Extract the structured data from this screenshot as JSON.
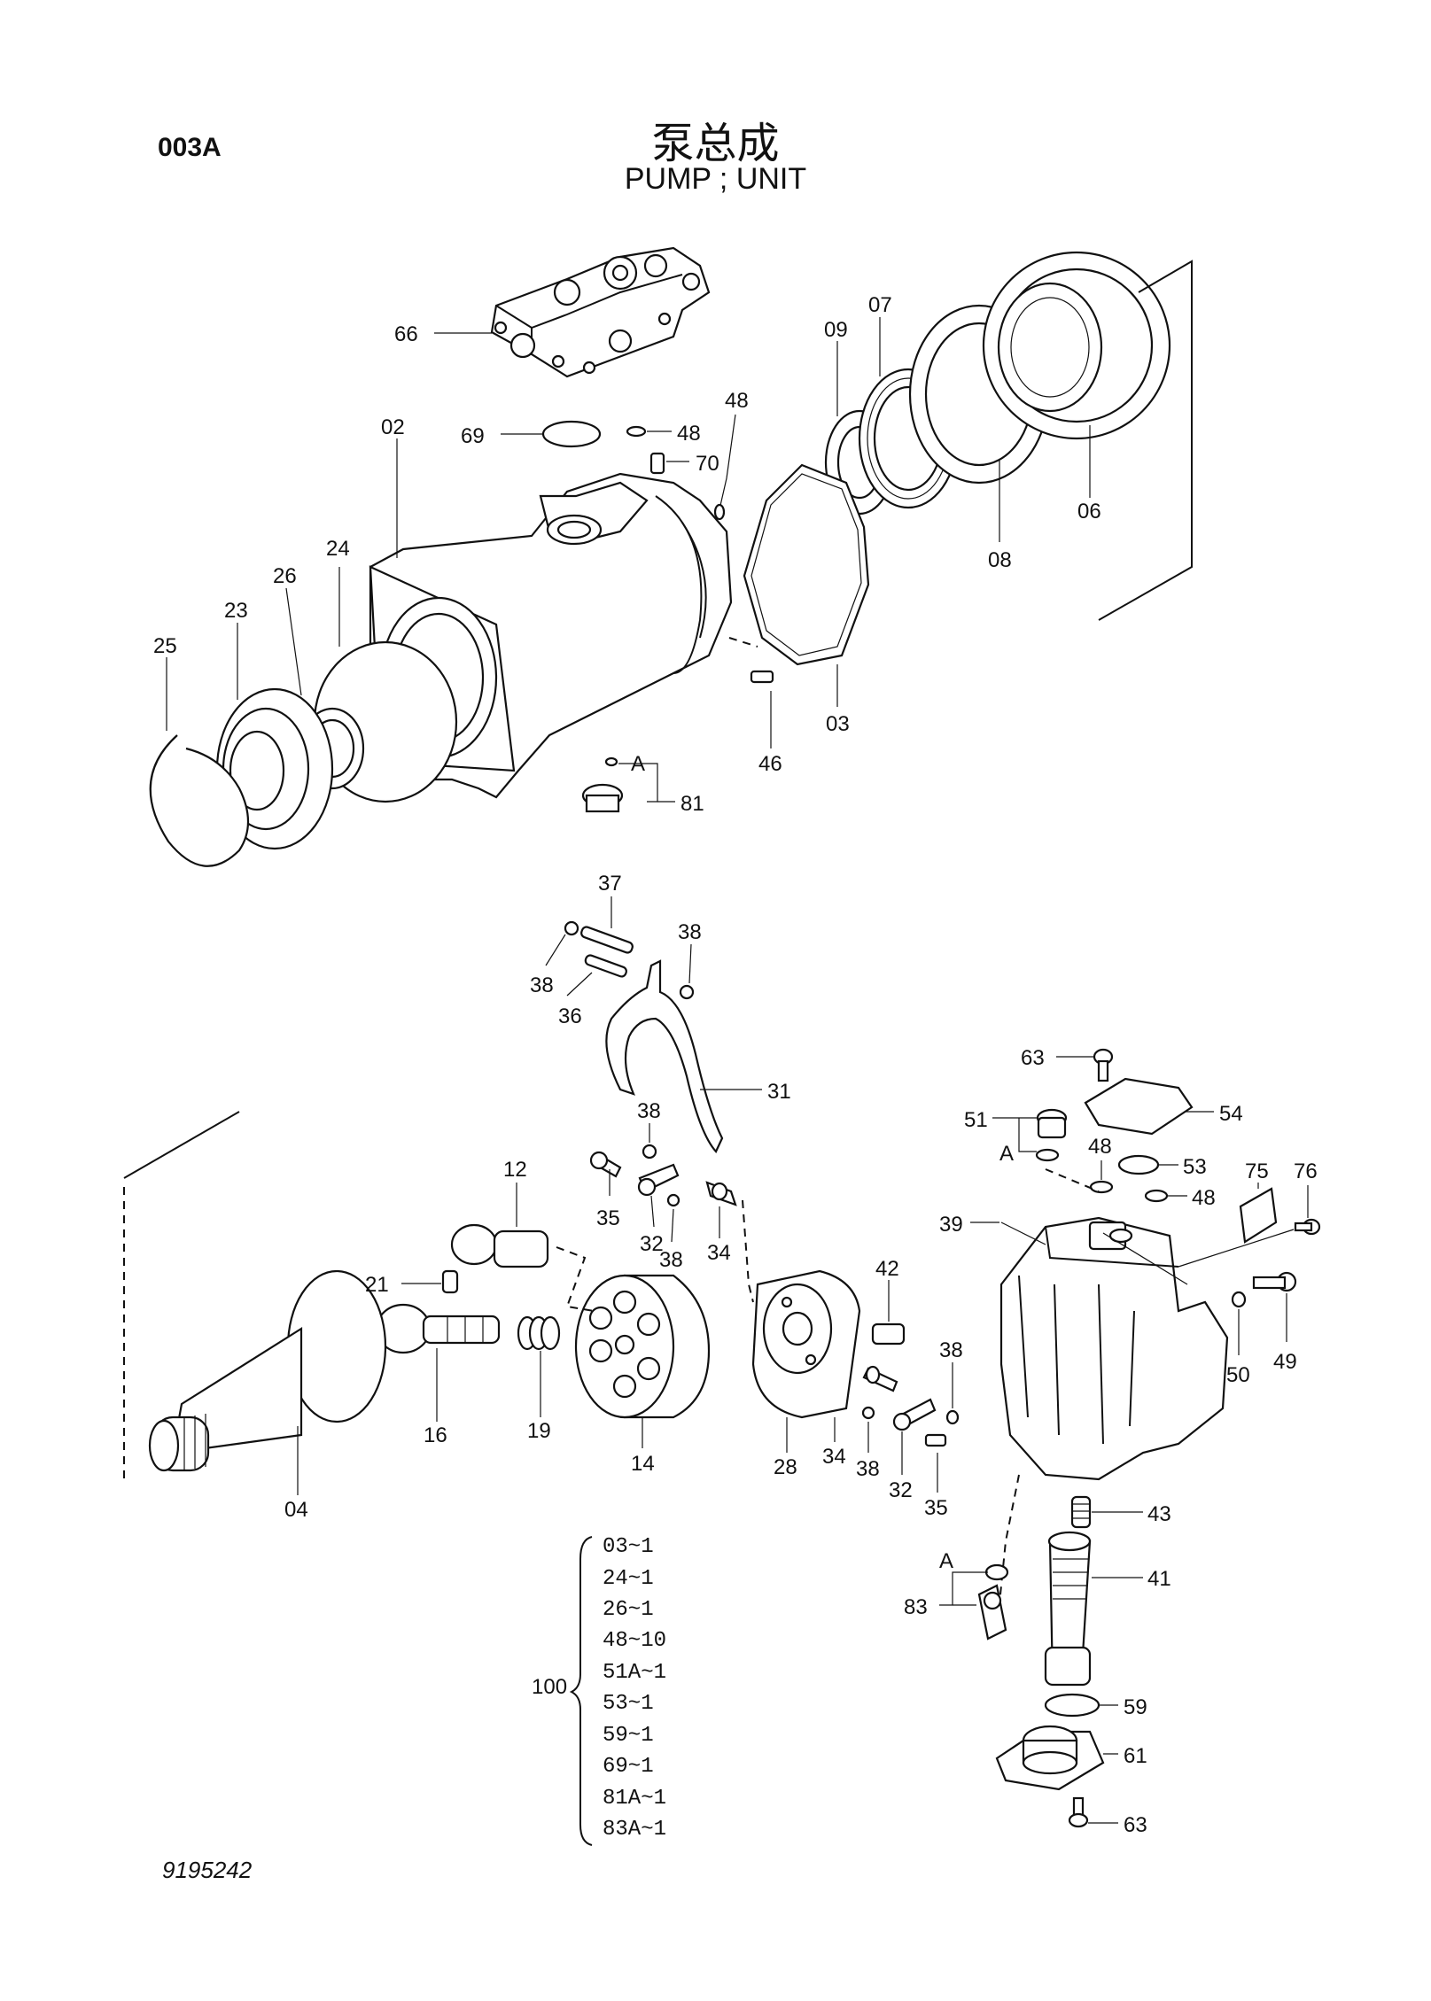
{
  "header": {
    "page_code": "003A",
    "title_cn": "泵总成",
    "title_en": "PUMP ; UNIT"
  },
  "callouts": [
    "66",
    "69",
    "48",
    "70",
    "02",
    "48",
    "09",
    "07",
    "06",
    "08",
    "03",
    "46",
    "81",
    "A",
    "24",
    "26",
    "23",
    "25",
    "37",
    "38",
    "38",
    "36",
    "31",
    "38",
    "35",
    "32",
    "38",
    "34",
    "12",
    "21",
    "16",
    "19",
    "14",
    "04",
    "42",
    "38",
    "28",
    "34",
    "38",
    "32",
    "35",
    "63",
    "54",
    "51",
    "A",
    "48",
    "53",
    "75",
    "76",
    "48",
    "39",
    "49",
    "50",
    "43",
    "A",
    "41",
    "83",
    "59",
    "61",
    "63"
  ],
  "kit": {
    "number": "100",
    "items": [
      "03~1",
      "24~1",
      "26~1",
      "48~10",
      "51A~1",
      "53~1",
      "59~1",
      "69~1",
      "81A~1",
      "83A~1"
    ]
  },
  "footer": {
    "drawing_number": "9195242"
  }
}
